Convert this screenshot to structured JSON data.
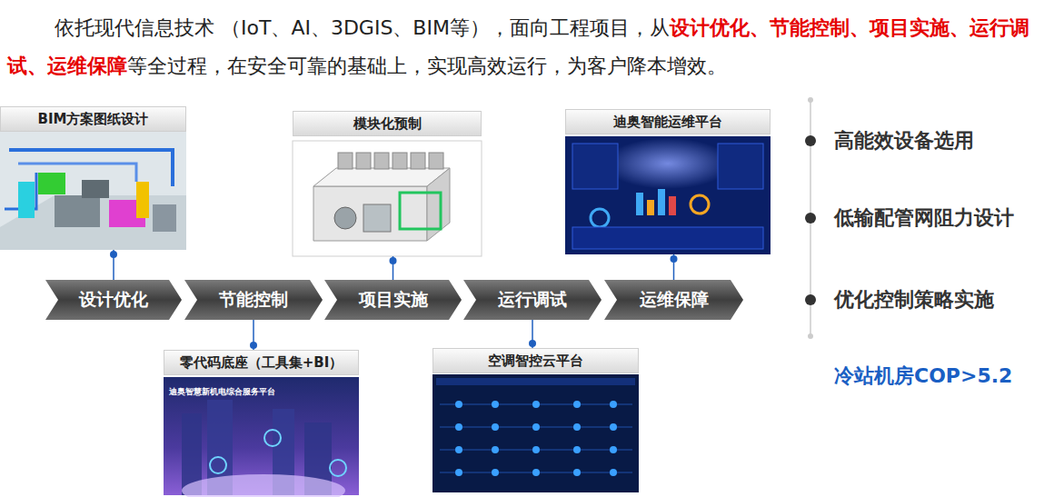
{
  "diagram": {
    "nodes": [
      {
        "text": [
          "BIM方案图纸设计"
        ]
      },
      {
        "text": [
          "模块化预制"
        ]
      },
      {
        "text": [
          "迪奥智能运维平台"
        ]
      },
      {
        "text": [
          "设计优化"
        ]
      },
      {
        "text": [
          "节能控制"
        ]
      },
      {
        "text": [
          "项目实施"
        ]
      },
      {
        "text": [
          "运行调试"
        ]
      },
      {
        "text": [
          "运维保障"
        ]
      },
      {
        "text": [
          "零代码底座（工具集+BI）",
          "迪奥智慧新机电综合服务平台"
        ]
      },
      {
        "text": [
          "空调智控云平台"
        ]
      }
    ],
    "edges": [
      {
        "from": 0,
        "to": 3,
        "arrow": "none"
      },
      {
        "from": 1,
        "to": 5,
        "arrow": "none"
      },
      {
        "from": 2,
        "to": 7,
        "arrow": "none"
      },
      {
        "from": 4,
        "to": 8,
        "arrow": "none"
      },
      {
        "from": 6,
        "to": 9,
        "arrow": "none"
      }
    ],
    "labels": [
      "依托现代信息技术 （IoT、AI、3DGIS、BIM等），面向工程项目，从",
      "设计优化、节能控制、项目实施、运行调试、运维保障",
      "等全过程，在安全可靠的基础上，实现高效运行，为客户降本增效。",
      "高能效设备选用",
      "低输配管网阻力设计",
      "优化控制策略实施",
      "冷站机房COP>5.2"
    ]
  }
}
